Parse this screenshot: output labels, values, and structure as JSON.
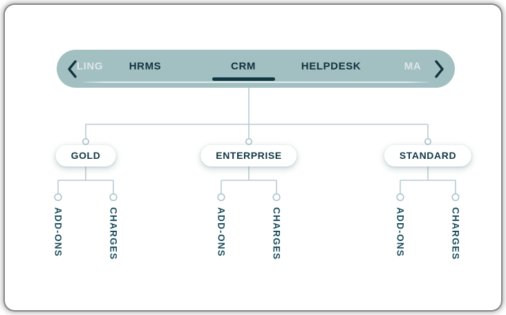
{
  "tabbar": {
    "left_scroll_icon": "chevron-left",
    "right_scroll_icon": "chevron-right",
    "tabs": [
      {
        "label": "LING",
        "state": "faded-partial"
      },
      {
        "label": "HRMS",
        "state": "normal"
      },
      {
        "label": "CRM",
        "state": "active"
      },
      {
        "label": "HELPDESK",
        "state": "normal"
      },
      {
        "label": "MA",
        "state": "faded-partial"
      }
    ],
    "active_tab": "CRM"
  },
  "tree": {
    "root_tab": "CRM",
    "plans": [
      {
        "label": "GOLD",
        "children": [
          "ADD-ONS",
          "CHARGES"
        ]
      },
      {
        "label": "ENTERPRISE",
        "children": [
          "ADD-ONS",
          "CHARGES"
        ]
      },
      {
        "label": "STANDARD",
        "children": [
          "ADD-ONS",
          "CHARGES"
        ]
      }
    ]
  },
  "colors": {
    "bar_background": "#a2bfc1",
    "ink_dark": "#12333f",
    "active_underline": "#123642",
    "faded_tab_text": "rgba(255,255,255,0.62)",
    "track_line": "rgba(255,255,255,0.7)",
    "connector_line": "#b5cbd0",
    "pill_text": "#113744",
    "leaf_text": "#1a4c5b",
    "card_frame": "#7d7d7d"
  }
}
